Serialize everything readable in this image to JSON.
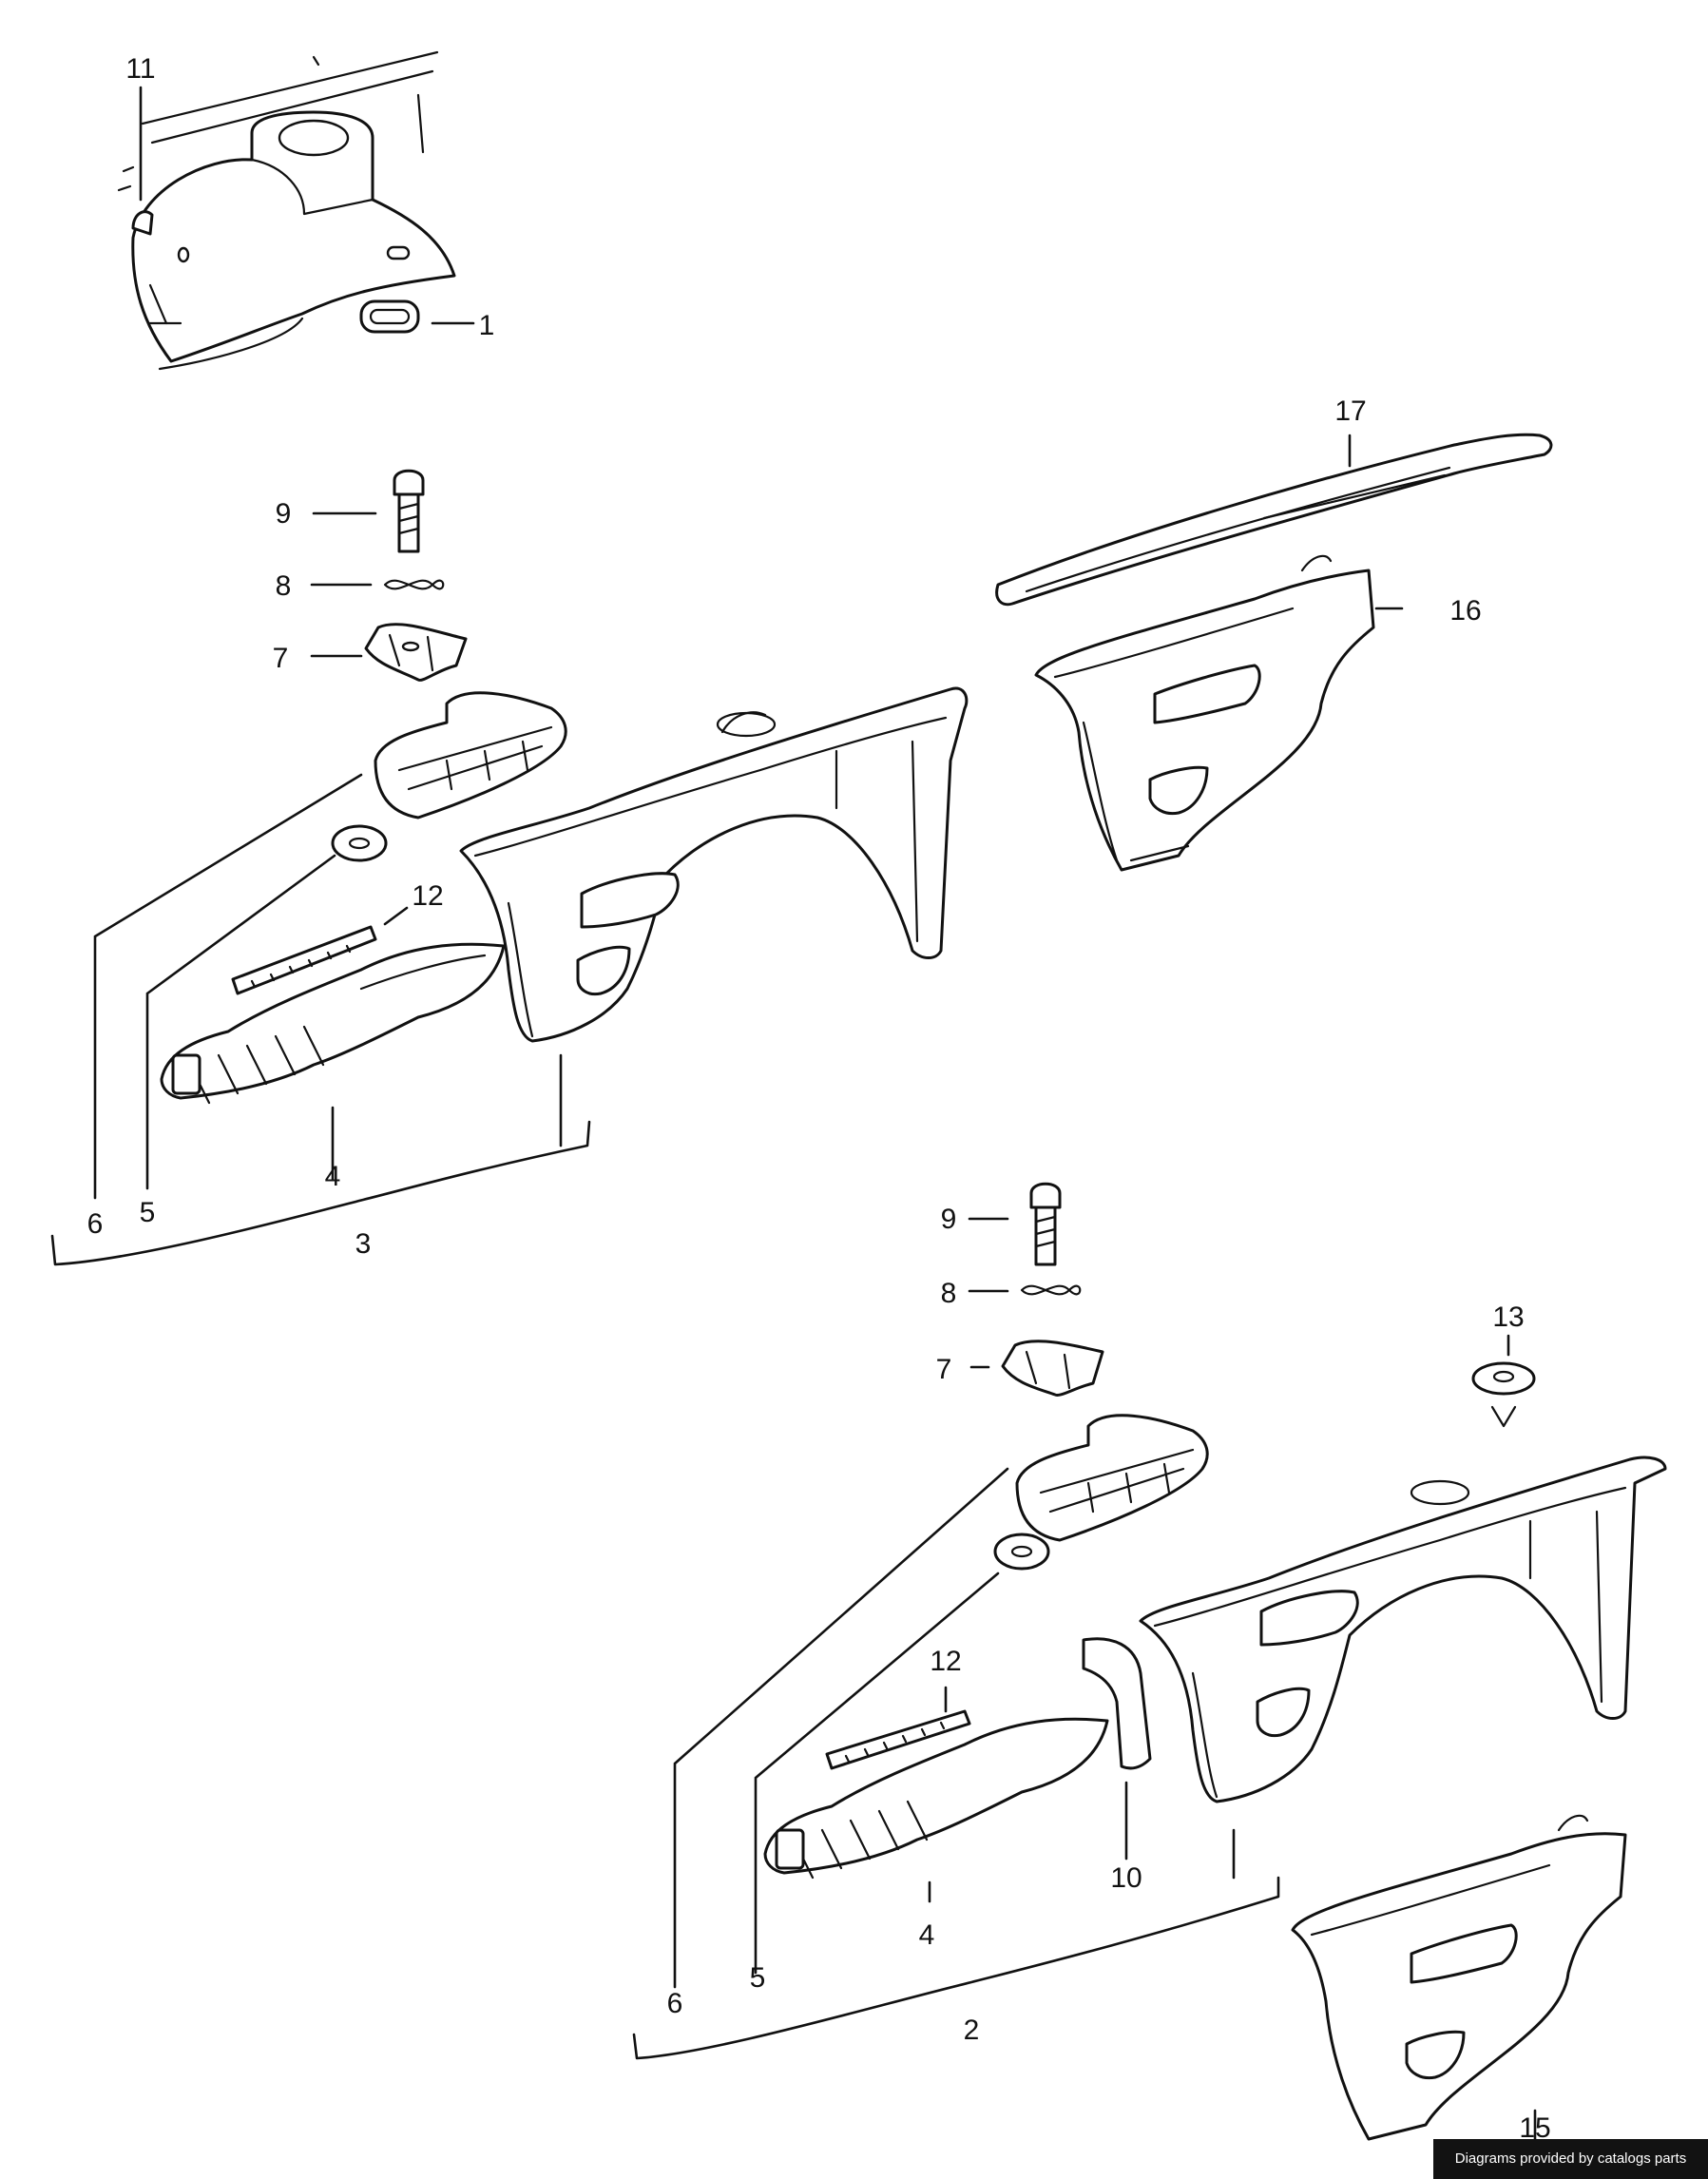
{
  "callouts": {
    "c11": "11",
    "c1": "1",
    "c17": "17",
    "c16": "16",
    "c9a": "9",
    "c8a": "8",
    "c7a": "7",
    "c12a": "12",
    "c6a": "6",
    "c5a": "5",
    "c4a": "4",
    "c3": "3",
    "c9b": "9",
    "c8b": "8",
    "c7b": "7",
    "c13": "13",
    "c12b": "12",
    "c10": "10",
    "c4b": "4",
    "c5b": "5",
    "c6b": "6",
    "c2": "2",
    "c15": "15"
  },
  "footer": {
    "credit": "Diagrams provided by catalogs parts"
  }
}
